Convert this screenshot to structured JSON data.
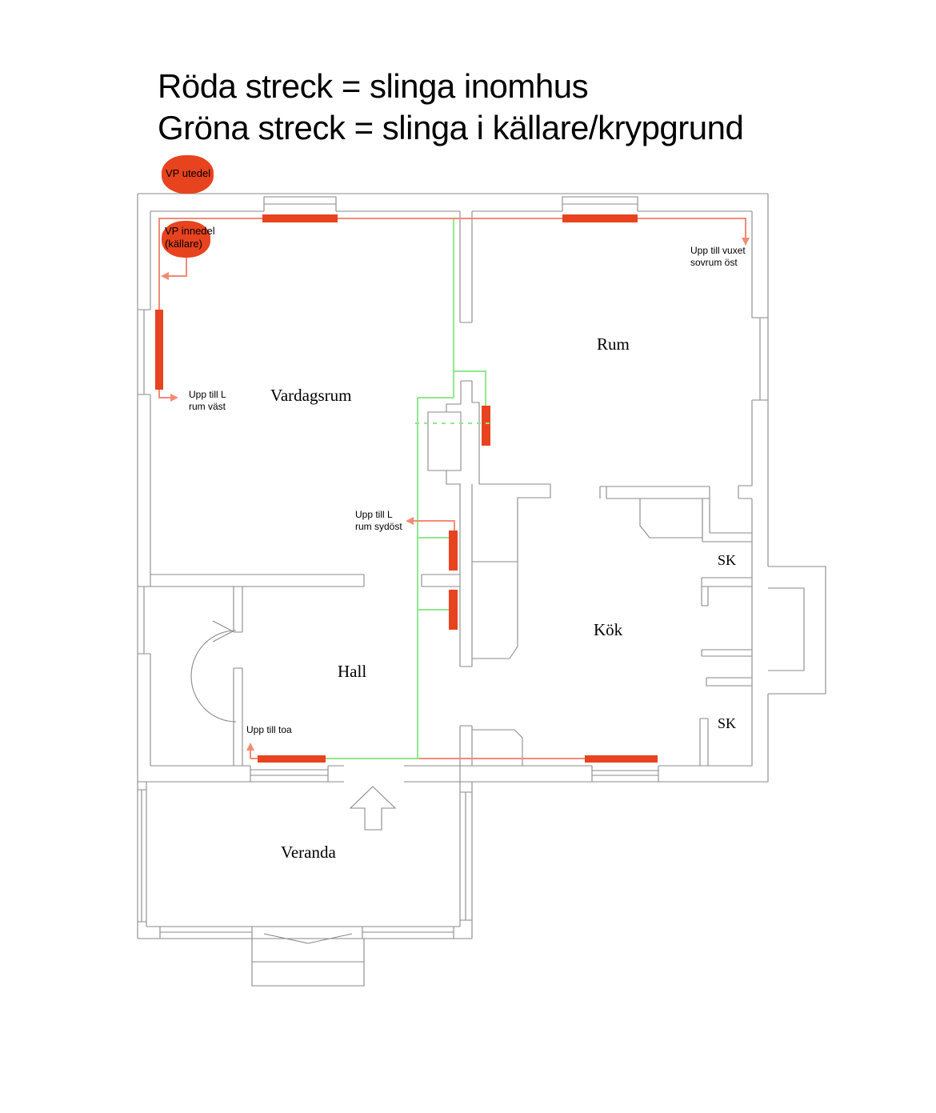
{
  "legend": {
    "line1": "Röda streck = slinga inomhus",
    "line2": "Gröna streck = slinga i källare/krypgrund"
  },
  "heat_pump": {
    "outdoor_unit": "VP utedel",
    "indoor_unit_line1": "VP innedel",
    "indoor_unit_line2": "(källare)"
  },
  "rooms": {
    "living": "Vardagsrum",
    "room": "Rum",
    "hall": "Hall",
    "kitchen": "Kök",
    "veranda": "Veranda",
    "closet_upper": "SK",
    "closet_lower": "SK"
  },
  "annotations": {
    "bedroom_east_1": "Upp till vuxet",
    "bedroom_east_2": "sovrum öst",
    "room_west_1": "Upp till L",
    "room_west_2": "rum väst",
    "room_southeast_1": "Upp till L",
    "room_southeast_2": "rum sydöst",
    "toilet": "Upp till toa"
  },
  "colors": {
    "loop_indoor_line": "#f28b76",
    "loop_indoor_bar": "#e8431f",
    "loop_basement_line": "#90e88c",
    "wall": "#8a8a8a",
    "text": "#000000"
  }
}
